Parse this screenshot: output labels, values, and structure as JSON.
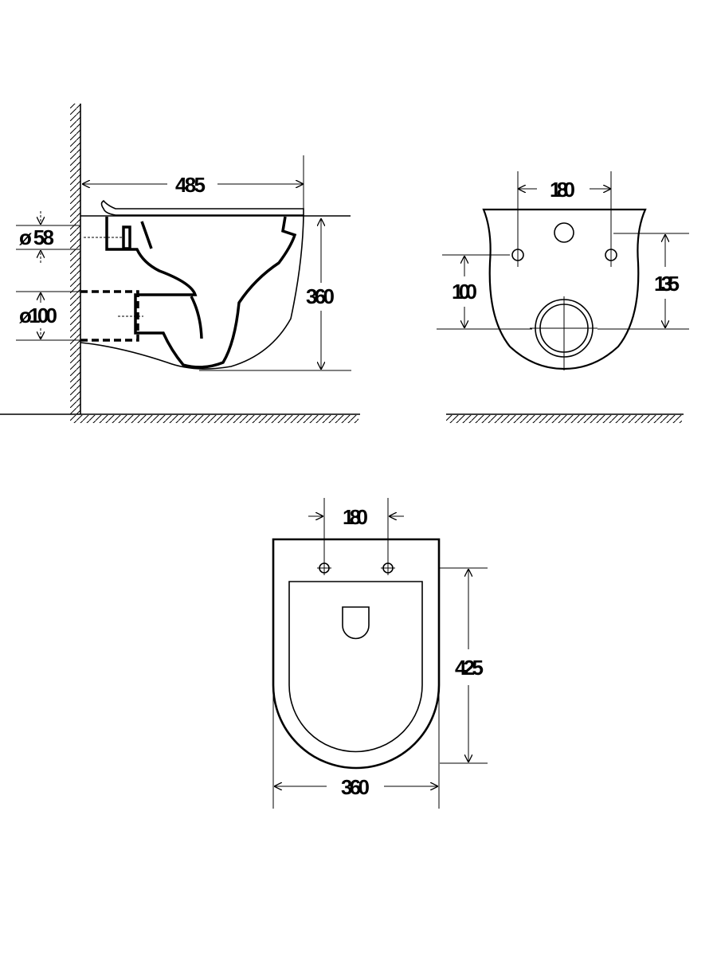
{
  "side_view": {
    "width_label": "485",
    "height_label": "360",
    "inlet_label": "ø 58",
    "outlet_label": "ø100"
  },
  "rear_view": {
    "bolt_spacing_label": "180",
    "left_height_label": "100",
    "right_height_label": "135"
  },
  "top_view": {
    "bolt_spacing_label": "180",
    "length_label": "425",
    "width_label": "360"
  }
}
